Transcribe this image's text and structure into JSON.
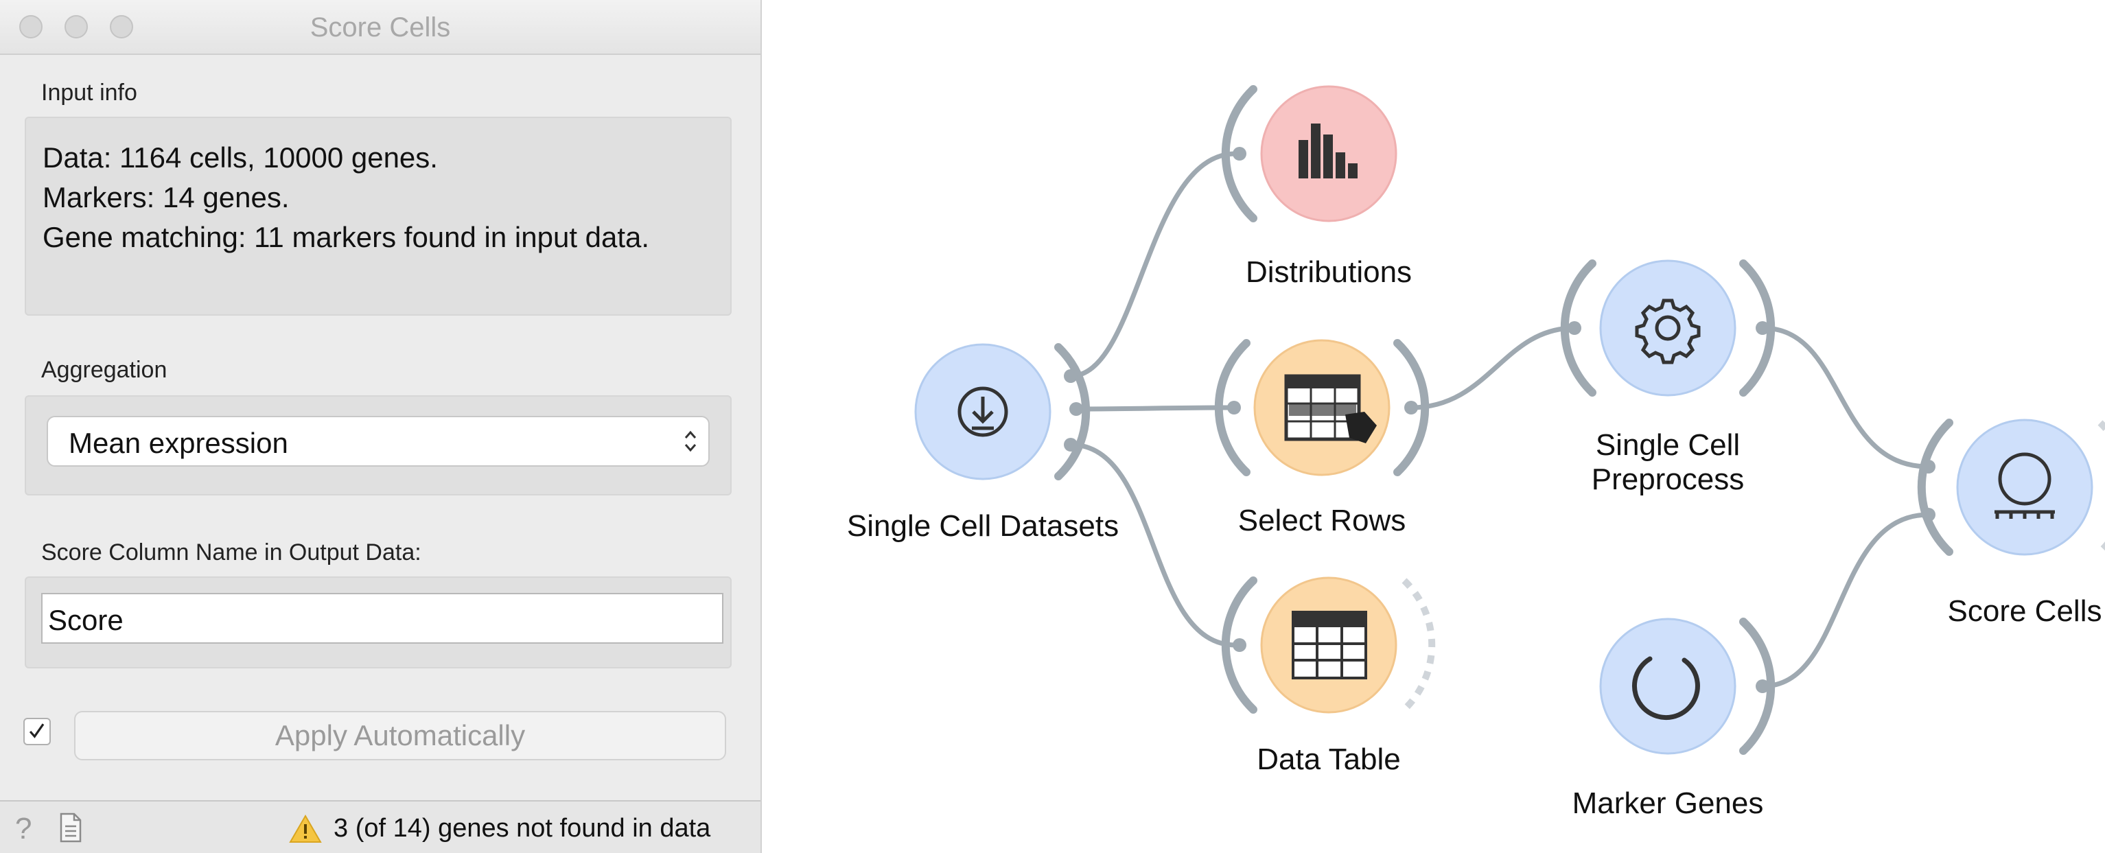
{
  "window": {
    "title": "Score Cells"
  },
  "input_info": {
    "label": "Input info",
    "lines": [
      "Data: 1164 cells, 10000 genes.",
      "Markers: 14 genes.",
      "Gene matching: 11 markers found in input data."
    ]
  },
  "aggregation": {
    "label": "Aggregation",
    "selected": "Mean expression"
  },
  "score_column": {
    "label": "Score Column Name in Output Data:",
    "value": "Score"
  },
  "apply": {
    "checked": true,
    "label": "Apply Automatically"
  },
  "status": {
    "warning": "3 (of 14) genes not found in data"
  },
  "workflow": {
    "nodes": [
      {
        "name": "Single Cell Datasets",
        "category": "data",
        "color": "#cfe0fb",
        "icon": "download-icon"
      },
      {
        "name": "Distributions",
        "category": "visualize",
        "color": "#f8c4c4",
        "icon": "bar-chart-icon"
      },
      {
        "name": "Select Rows",
        "category": "data",
        "color": "#fcd9a8",
        "icon": "select-rows-icon"
      },
      {
        "name": "Data Table",
        "category": "data",
        "color": "#fcd9a8",
        "icon": "table-icon"
      },
      {
        "name": "Single Cell Preprocess",
        "category": "single-cell",
        "color": "#cfe0fb",
        "icon": "gear-icon"
      },
      {
        "name": "Marker Genes",
        "category": "single-cell",
        "color": "#cfe0fb",
        "icon": "marker-genes-icon"
      },
      {
        "name": "Score Cells",
        "category": "single-cell",
        "color": "#cfe0fb",
        "icon": "score-cells-icon"
      }
    ],
    "link_color": "#9fa9b1"
  }
}
